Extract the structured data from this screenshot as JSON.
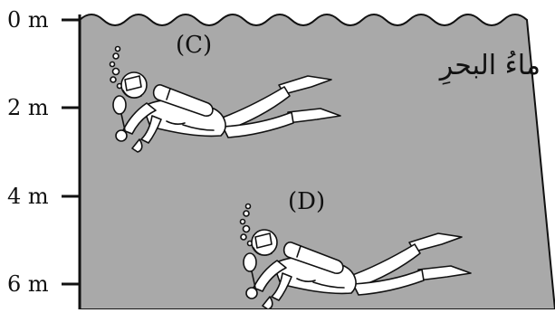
{
  "depth_scale": {
    "labels": [
      "0 m",
      "2 m",
      "4 m",
      "6 m"
    ]
  },
  "water_label": "ماءُ البحرِ",
  "divers": [
    {
      "label": "(C)"
    },
    {
      "label": "(D)"
    }
  ],
  "colors": {
    "water": "#a9a9a9",
    "line": "#111111",
    "diver_fill": "#ffffff"
  }
}
